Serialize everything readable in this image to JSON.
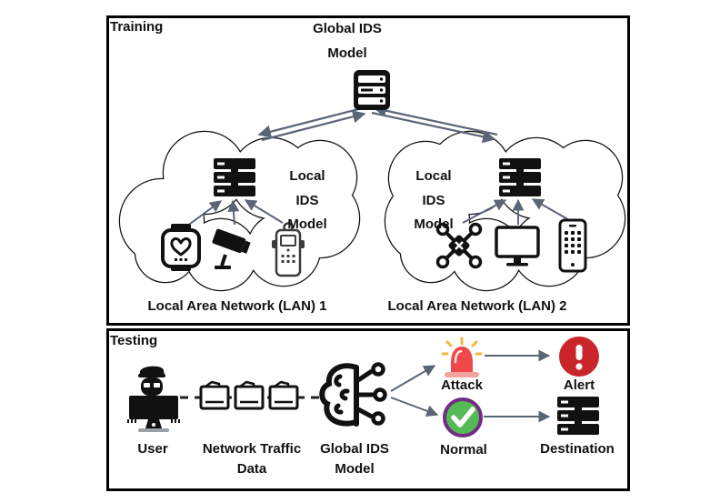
{
  "colors": {
    "ink": "#111111",
    "arrow": "#5a6577",
    "siren_red": "#ef4848",
    "siren_base": "#f2a49c",
    "siren_rays": "#f6b53a",
    "alert_red": "#c9252b",
    "normal_green": "#55b955",
    "normal_ring": "#722c83"
  },
  "training": {
    "label": "Training",
    "global_model": {
      "line1": "Global IDS",
      "line2": "Model",
      "icon": "server-icon"
    },
    "lan1": {
      "model_lines": [
        "Local",
        "IDS",
        "Model"
      ],
      "caption": "Local Area Network (LAN) 1",
      "server_icon": "server-rack-icon",
      "devices": [
        "smartwatch-icon",
        "cctv-camera-icon",
        "handheld-device-icon"
      ]
    },
    "lan2": {
      "model_lines": [
        "Local",
        "IDS",
        "Model"
      ],
      "caption": "Local Area Network (LAN) 2",
      "server_icon": "server-rack-icon",
      "devices": [
        "drone-icon",
        "monitor-icon",
        "smartphone-icon"
      ]
    }
  },
  "testing": {
    "label": "Testing",
    "user_label": "User",
    "traffic_label": {
      "line1": "Network Traffic",
      "line2": "Data"
    },
    "model_label": {
      "line1": "Global IDS",
      "line2": "Model"
    },
    "attack_label": "Attack",
    "alert_label": "Alert",
    "normal_label": "Normal",
    "destination_label": "Destination",
    "icons": [
      "user-at-computer-icon",
      "folder-icon",
      "brain-circuit-icon",
      "siren-icon",
      "alert-icon",
      "check-icon",
      "server-rack-icon"
    ]
  }
}
